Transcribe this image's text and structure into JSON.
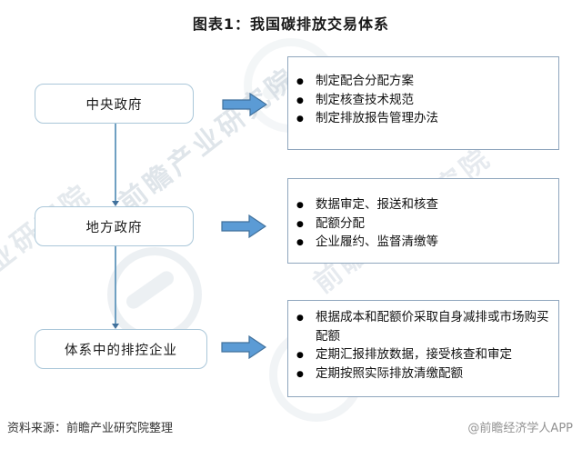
{
  "title": "图表1：我国碳排放交易体系",
  "flow": {
    "rows": [
      {
        "node": "中央政府",
        "items": [
          "制定配合分配方案",
          "制定核查技术规范",
          "制定排放报告管理办法"
        ]
      },
      {
        "node": "地方政府",
        "items": [
          "数据审定、报送和核查",
          "配额分配",
          "企业履约、监督清缴等"
        ]
      },
      {
        "node": "体系中的排控企业",
        "items": [
          "根据成本和配额价采取自身减排或市场购买配额",
          "定期汇报排放数据，接受核查和审定",
          "定期按照实际排放清缴配额"
        ]
      }
    ]
  },
  "footer": {
    "source": "资料来源：前瞻产业研究院整理",
    "credit": "@前瞻经济学人APP"
  },
  "watermark": {
    "text": "前瞻产业研究院"
  },
  "colors": {
    "arrow_fill": "#5b9bd5",
    "arrow_border": "#41719c"
  }
}
